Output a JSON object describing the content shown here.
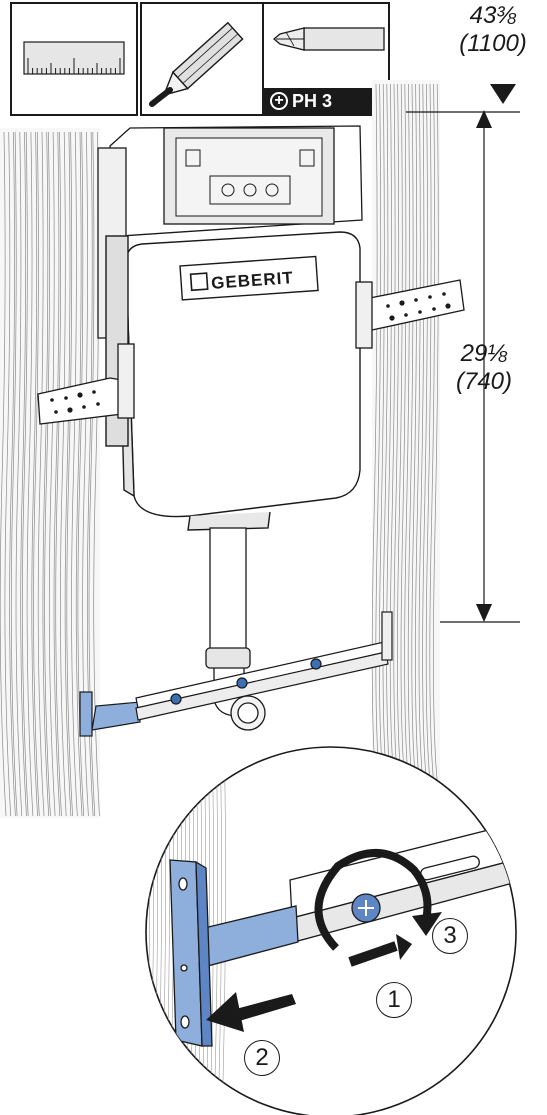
{
  "tools": {
    "ruler": {
      "icon": "ruler-icon"
    },
    "pencil": {
      "icon": "pencil-icon"
    },
    "screwdriver": {
      "icon": "screwdriver-icon",
      "bit_label": "PH 3",
      "bit_symbol": "+"
    }
  },
  "dimensions": {
    "total_height": {
      "imperial": "43⅜",
      "metric": "(1100)"
    },
    "bracket_height": {
      "imperial": "29⅛",
      "metric": "(740)"
    }
  },
  "brand_label": "GEBERIT",
  "steps": [
    "1",
    "2",
    "3"
  ],
  "colors": {
    "bracket_blue": "#8eaedc",
    "line": "#1a1a1a",
    "background": "#ffffff"
  }
}
